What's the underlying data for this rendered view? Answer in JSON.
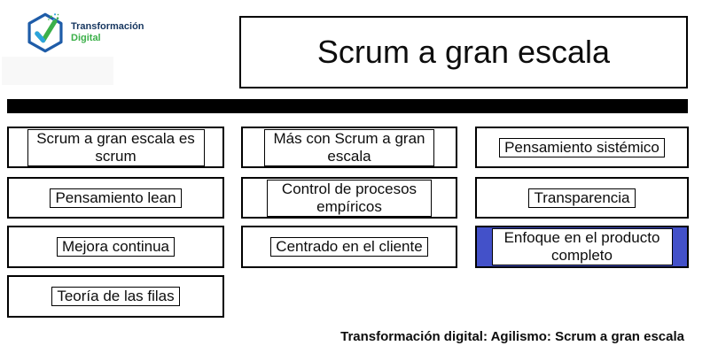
{
  "logo": {
    "line1": "Transformación",
    "line2": "Digital"
  },
  "title": "Scrum a gran escala",
  "footer": "Transformación digital: Agilismo: Scrum a gran escala",
  "colors": {
    "selected_box_fill": "#4351c9",
    "box_border": "#000000",
    "divider_bar": "#000000",
    "logo_navy": "#16365f",
    "logo_green": "#3bb049",
    "logo_hexagon_blue": "#1e5ca8",
    "logo_check_blue": "#2ba3dc"
  },
  "boxes": {
    "col1": [
      {
        "label": "Scrum a gran escala es scrum"
      },
      {
        "label": "Pensamiento lean"
      },
      {
        "label": "Mejora continua"
      },
      {
        "label": "Teoría de las filas"
      }
    ],
    "col2": [
      {
        "label": "Más con Scrum a gran escala"
      },
      {
        "label": "Control de procesos empíricos"
      },
      {
        "label": "Centrado en el cliente"
      }
    ],
    "col3": [
      {
        "label": "Pensamiento sistémico"
      },
      {
        "label": "Transparencia"
      },
      {
        "label": "Enfoque en el producto completo",
        "selected": true
      }
    ]
  }
}
